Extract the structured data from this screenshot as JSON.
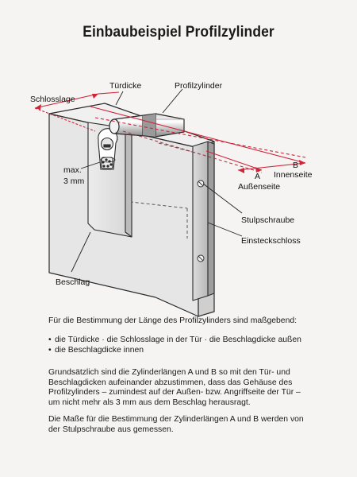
{
  "title": "Einbaubeispiel Profilzylinder",
  "labels": {
    "tuerdicke": "Türdicke",
    "profilzylinder": "Profilzylinder",
    "schlosslage": "Schlosslage",
    "max": "max.",
    "mm": "3 mm",
    "a": "A",
    "b": "B",
    "innenseite": "Innenseite",
    "aussenseite": "Außenseite",
    "stulpschraube": "Stulpschraube",
    "einsteckschloss": "Einsteckschloss",
    "beschlag": "Beschlag"
  },
  "text": {
    "intro": "Für die Bestimmung der Länge des Profilzylinders sind maßgebend:",
    "bullets": [
      "die Türdicke · die Schlosslage in der Tür · die Beschlagdicke außen",
      "die Beschlagdicke innen"
    ],
    "para1": [
      "Grundsätzlich sind die Zylinderlängen A und B so mit den Tür- und",
      "Beschlagdicken aufeinander abzustimmen, dass das Gehäuse des",
      "Profilzylinders – zumindest auf der Außen- bzw. Angriffseite der Tür –",
      "um nicht mehr als 3 mm aus dem Beschlag herausragt."
    ],
    "para2": [
      "Die Maße für die Bestimmung der Zylinderlängen A und B werden von",
      "der Stulpschraube aus gemessen."
    ]
  },
  "colors": {
    "dimension_red": "#d0243a",
    "outline": "#2b2b2b"
  }
}
